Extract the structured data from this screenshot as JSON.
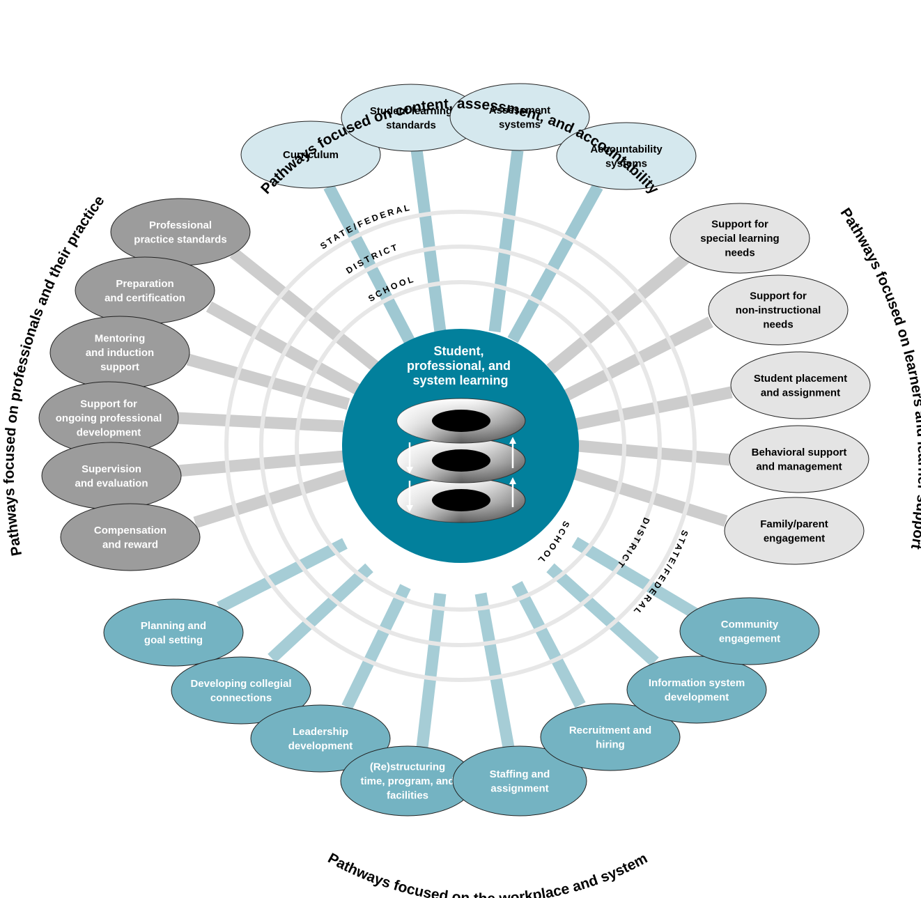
{
  "colors": {
    "content_fill": "#d5e8ee",
    "content_spoke": "#9fc8d2",
    "professional_fill": "#9c9c9c",
    "learner_fill": "#e4e4e4",
    "learner_spoke": "#cdcdcd",
    "workplace_fill": "#74b3c2",
    "workplace_spoke": "#a6cdd6",
    "center_fill": "#02809c",
    "ring_stroke": "#e7e7e7"
  },
  "titles": {
    "top": "Pathways focused on content, assessment, and accountability",
    "left": "Pathways focused on professionals and their practice",
    "right": "Pathways focused on learners and learner support",
    "bottom": "Pathways focused on the workplace and system"
  },
  "rings": {
    "upper": [
      "STATE/FEDERAL",
      "DISTRICT",
      "SCHOOL"
    ],
    "lower": [
      "SCHOOL",
      "DISTRICT",
      "STATE/FEDERAL"
    ]
  },
  "center": {
    "lines": [
      "Student,",
      "professional, and",
      "system learning"
    ]
  },
  "groups": {
    "content": {
      "nodes": [
        {
          "icon": "curriculum",
          "lines": [
            "Curriculum"
          ]
        },
        {
          "icon": "standards",
          "lines": [
            "Student learning",
            "standards"
          ]
        },
        {
          "icon": "assessment",
          "lines": [
            "Assessment",
            "systems"
          ]
        },
        {
          "icon": "accountability",
          "lines": [
            "Accountability",
            "systems"
          ]
        }
      ]
    },
    "professionals": {
      "nodes": [
        {
          "icon": "practice-standards",
          "lines": [
            "Professional",
            "practice standards"
          ]
        },
        {
          "icon": "preparation",
          "lines": [
            "Preparation",
            "and certification"
          ]
        },
        {
          "icon": "mentoring",
          "lines": [
            "Mentoring",
            "and induction",
            "support"
          ]
        },
        {
          "icon": "professional-development",
          "lines": [
            "Support for",
            "ongoing professional",
            "development"
          ]
        },
        {
          "icon": "supervision",
          "lines": [
            "Supervision",
            "and evaluation"
          ]
        },
        {
          "icon": "compensation",
          "lines": [
            "Compensation",
            "and reward"
          ]
        }
      ]
    },
    "learners": {
      "nodes": [
        {
          "icon": "special-needs",
          "lines": [
            "Support for",
            "special learning",
            "needs"
          ]
        },
        {
          "icon": "non-instructional",
          "lines": [
            "Support for",
            "non-instructional",
            "needs"
          ]
        },
        {
          "icon": "placement",
          "lines": [
            "Student placement",
            "and assignment"
          ]
        },
        {
          "icon": "behavioral",
          "lines": [
            "Behavioral support",
            "and management"
          ]
        },
        {
          "icon": "family",
          "lines": [
            "Family/parent",
            "engagement"
          ]
        }
      ]
    },
    "workplace": {
      "nodes": [
        {
          "icon": "planning",
          "lines": [
            "Planning and",
            "goal setting"
          ]
        },
        {
          "icon": "collegial",
          "lines": [
            "Developing collegial",
            "connections"
          ]
        },
        {
          "icon": "leadership",
          "lines": [
            "Leadership",
            "development"
          ]
        },
        {
          "icon": "restructuring",
          "lines": [
            "(Re)structuring",
            "time, program, and",
            "facilities"
          ]
        },
        {
          "icon": "staffing",
          "lines": [
            "Staffing and",
            "assignment"
          ]
        },
        {
          "icon": "recruitment",
          "lines": [
            "Recruitment and",
            "hiring"
          ]
        },
        {
          "icon": "information",
          "lines": [
            "Information system",
            "development"
          ]
        },
        {
          "icon": "community",
          "lines": [
            "Community",
            "engagement"
          ]
        }
      ]
    }
  }
}
